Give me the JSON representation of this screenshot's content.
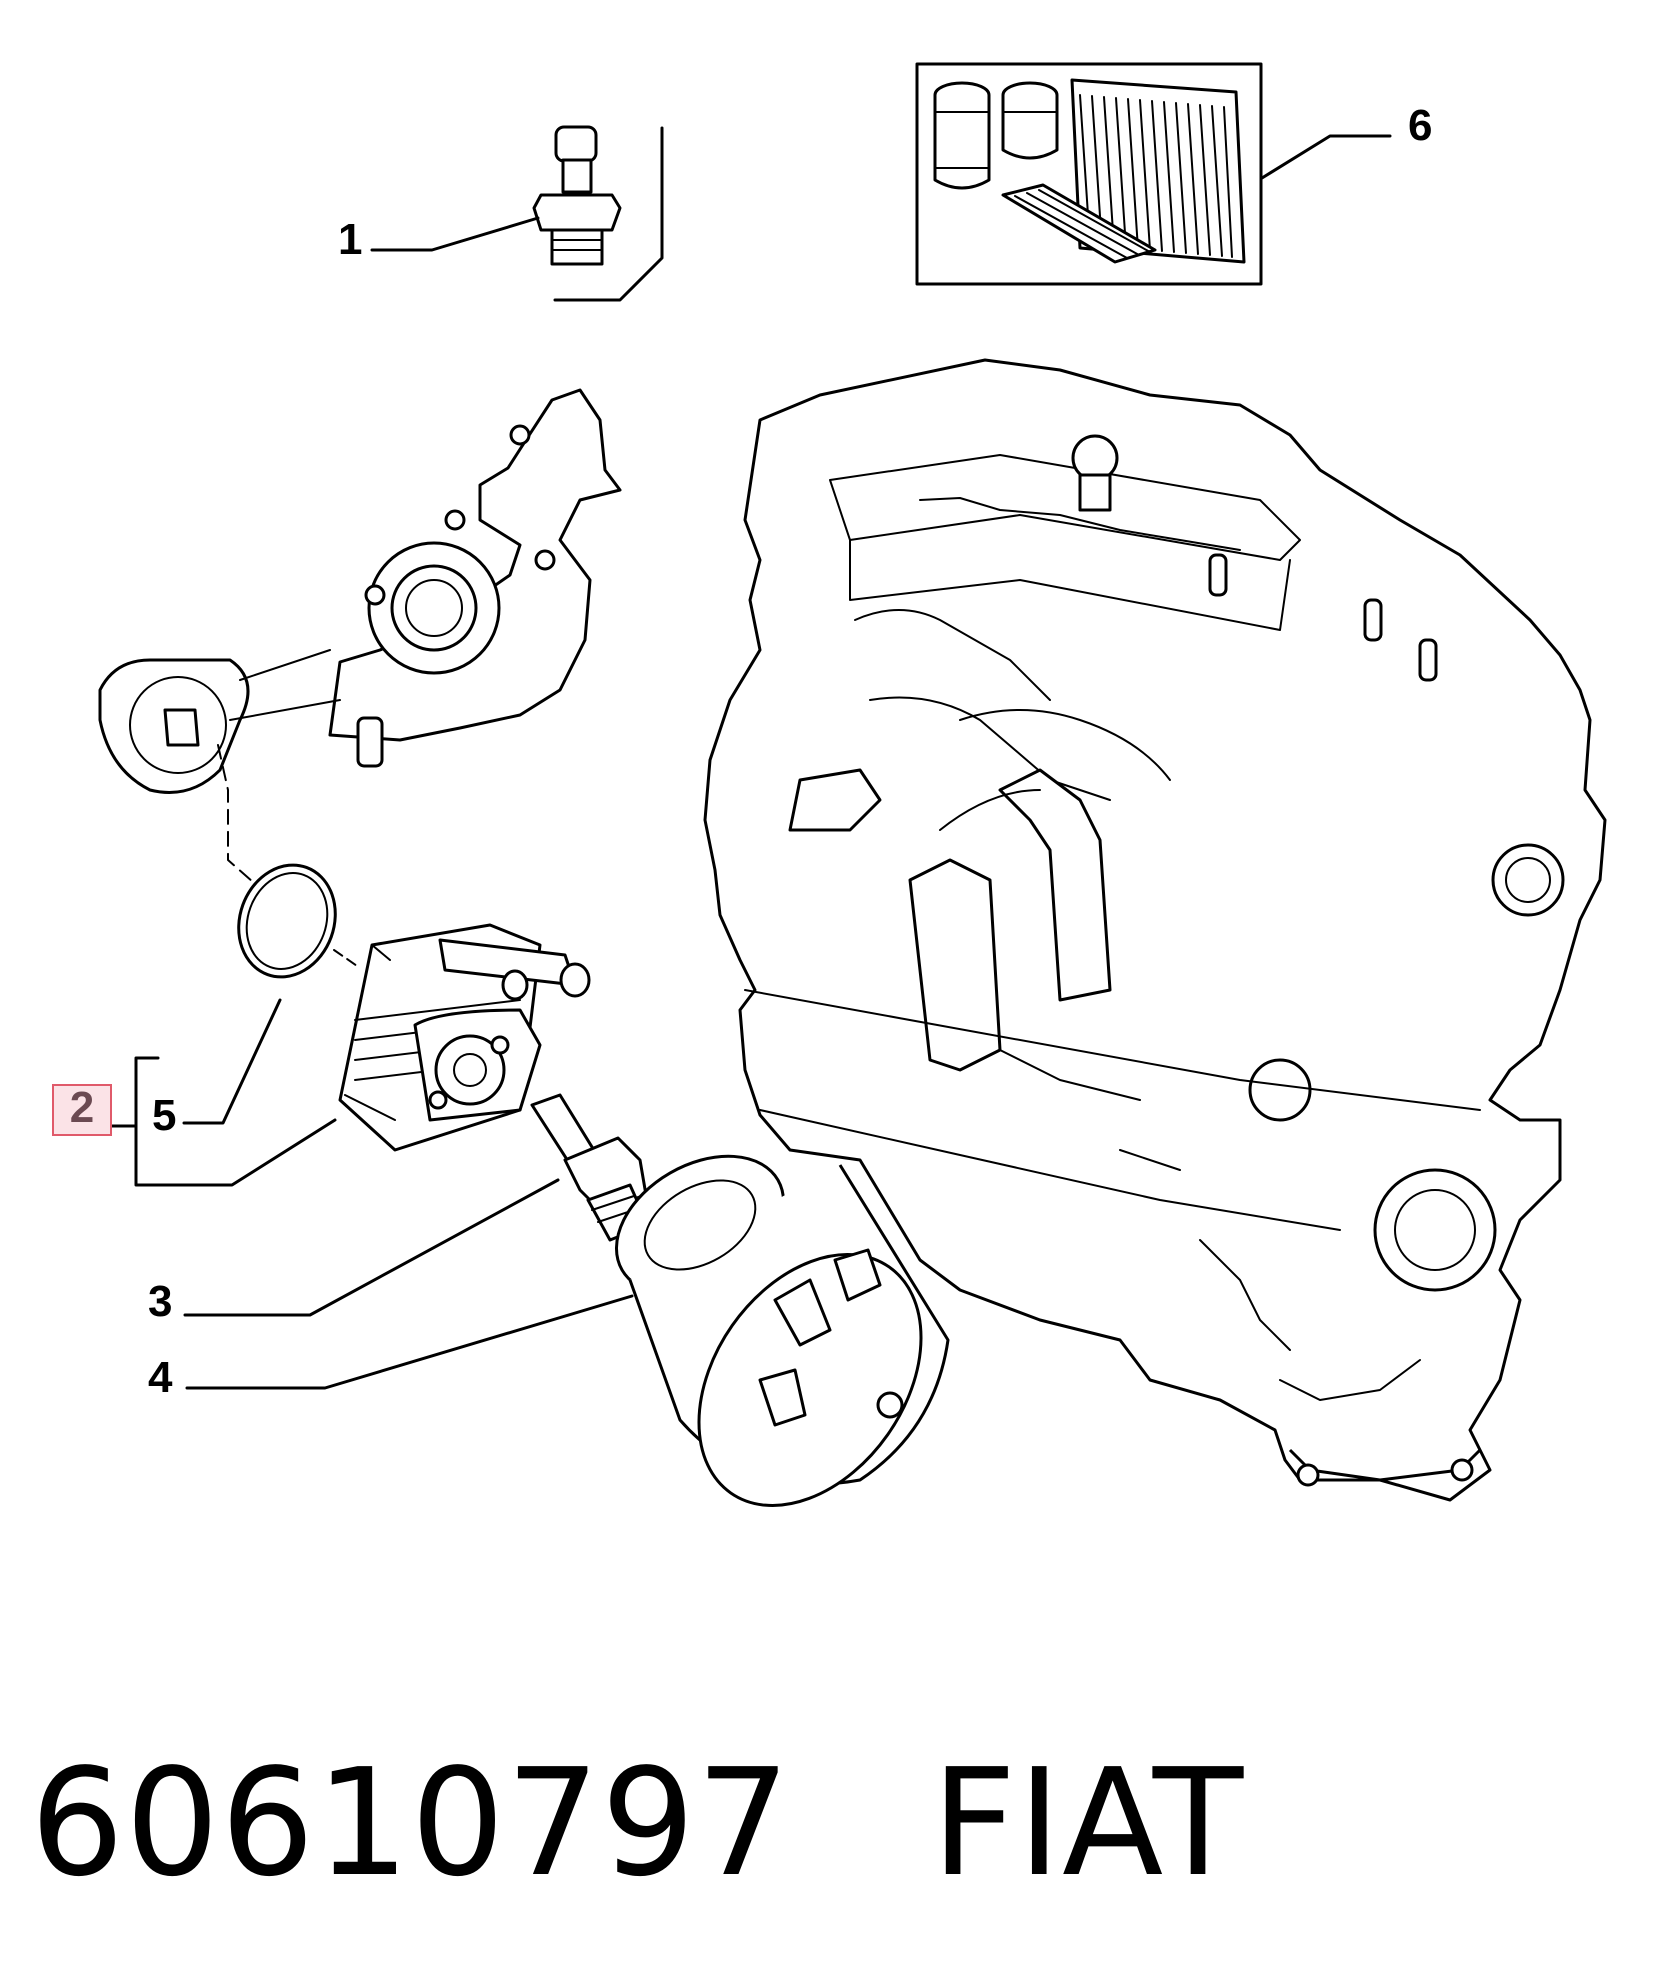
{
  "callouts": {
    "c1": "1",
    "c2": "2",
    "c3": "3",
    "c4": "4",
    "c5": "5",
    "c6": "6"
  },
  "caption": {
    "part_number": "60610797",
    "brand": "FIAT"
  },
  "icons": {
    "pressure_switch": "oil-pressure-switch-icon",
    "filter_kit": "filter-kit-icon",
    "oil_pump": "oil-pump-icon",
    "o_ring": "o-ring-icon",
    "oil_cooler": "oil-cooler-icon",
    "union_bolt": "union-bolt-icon",
    "oil_filter": "oil-filter-icon",
    "engine": "engine-block-icon"
  },
  "colors": {
    "highlight_border": "#e05a6a",
    "highlight_fill": "#fbe3e7"
  }
}
